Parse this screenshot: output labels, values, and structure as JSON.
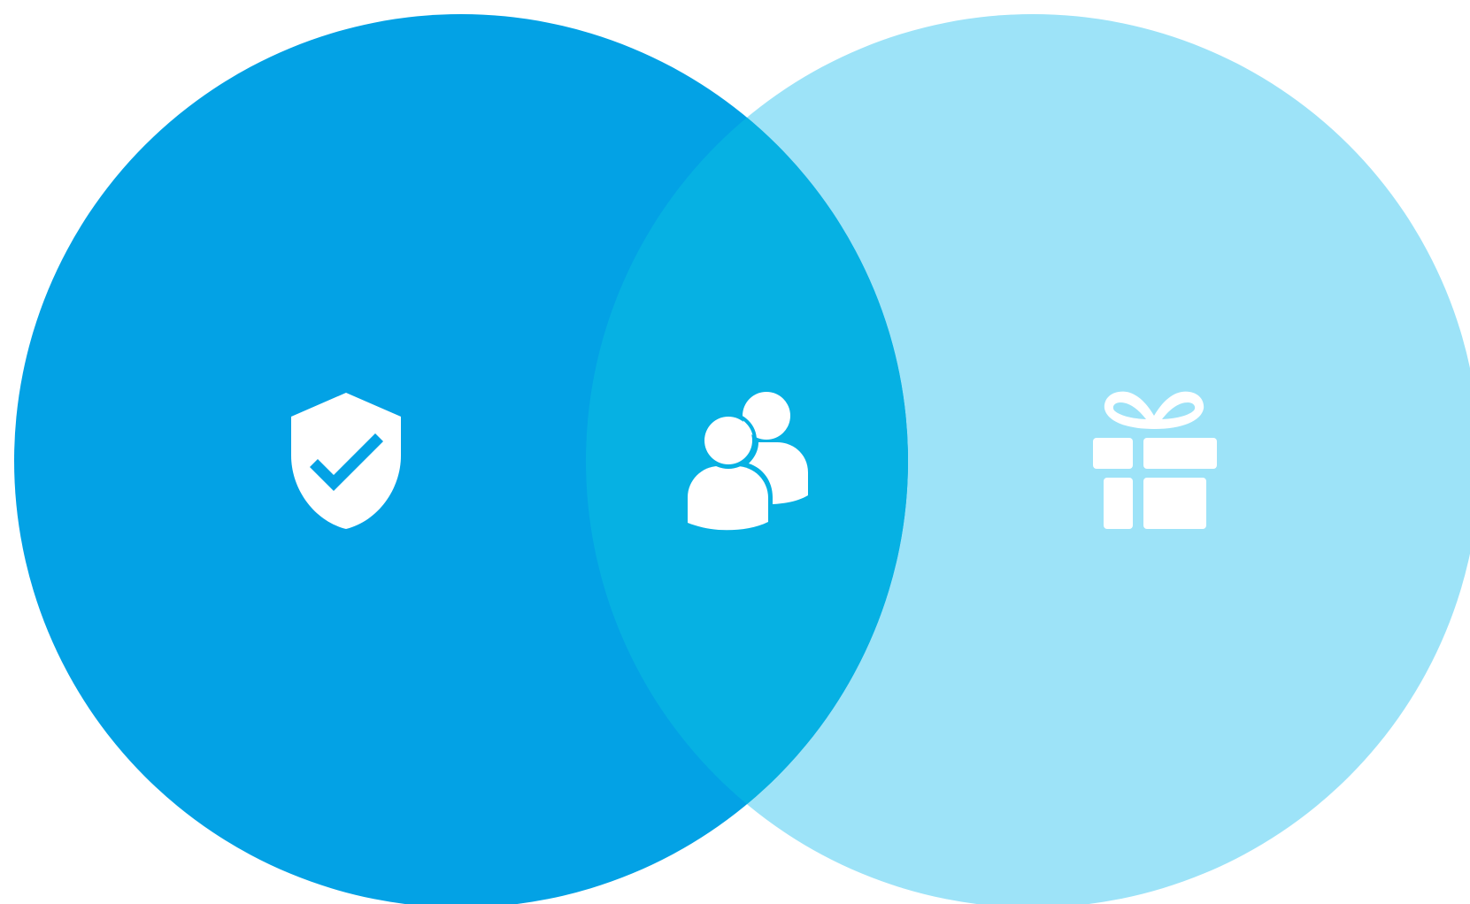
{
  "diagram": {
    "type": "venn",
    "circles": [
      {
        "id": "left",
        "color": "#03A2E5",
        "icon": "shield-check-icon"
      },
      {
        "id": "right",
        "color": "#9DE3F8",
        "icon": "gift-icon"
      }
    ],
    "intersection": {
      "color": "#06B1E3",
      "icon": "users-icon"
    },
    "icon_color": "#FFFFFF",
    "background": "#FFFFFF"
  }
}
